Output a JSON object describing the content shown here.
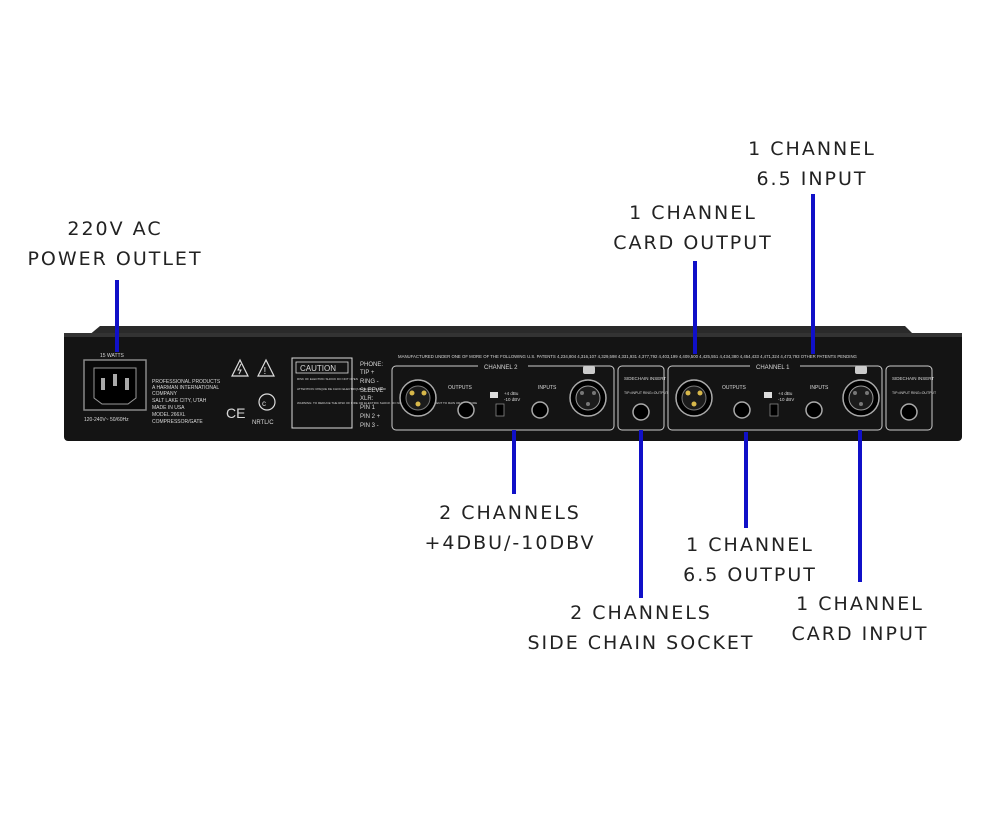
{
  "callouts": {
    "power": {
      "line1": "220V AC",
      "line2": "POWER OUTLET"
    },
    "card_output": {
      "line1": "1 CHANNEL",
      "line2": "CARD OUTPUT"
    },
    "input_65": {
      "line1": "1 CHANNEL",
      "line2": "6.5 INPUT"
    },
    "level_switch": {
      "line1": "2 CHANNELS",
      "line2": "+4DBU/-10DBV"
    },
    "sidechain": {
      "line1": "2 CHANNELS",
      "line2": "SIDE CHAIN SOCKET"
    },
    "output_65": {
      "line1": "1 CHANNEL",
      "line2": "6.5 OUTPUT"
    },
    "card_input": {
      "line1": "1 CHANNEL",
      "line2": "CARD INPUT"
    }
  },
  "panel": {
    "watts": "15 WATTS",
    "voltage": "120-240V~ 50/60Hz",
    "maker_lines": [
      "PROFESSIONAL PRODUCTS",
      "A HARMAN INTERNATIONAL",
      "COMPANY",
      "SALT LAKE CITY, UTAH",
      "MADE IN USA",
      "MODEL 266XL",
      "COMPRESSOR/GATE"
    ],
    "ce": "CE",
    "nrtl": "NRTL/C",
    "caution_title": "CAUTION",
    "caution_sub": "RISK OF ELECTRIC SHOCK DO NOT OPEN",
    "attention": "ATTENTION: RISQUE DE CHOC ELECTRIQUE NE PAS OUVRIR",
    "warning": "WARNING: TO REDUCE THE RISK OF FIRE OR ELECTRIC SHOCK DO NOT EXPOSE THIS EQUIPMENT TO RAIN OR MOISTURE",
    "pinout": [
      "PHONE:",
      "TIP +",
      "RING -",
      "SLEEVE",
      "XLR:",
      "PIN 1",
      "PIN 2 +",
      "PIN 3 -"
    ],
    "patents": "MANUFACTURED UNDER ONE OF MORE OF THE FOLLOWING U.S. PATENTS 4,234,804 4,316,107 4,329,598 4,331,931 4,377,792 4,403,199 4,409,500 4,425,551 4,434,380 4,454,433 4,471,324 4,473,793 OTHER PATENTS PENDING",
    "channel2": "CHANNEL 2",
    "channel1": "CHANNEL 1",
    "outputs": "OUTPUTS",
    "inputs": "INPUTS",
    "level_a": "+4 dBu",
    "level_b": "-10 dBV",
    "sidechain_title": "SIDECHAIN INSERT",
    "sidechain_sub": "TIP=INPUT RING=OUTPUT"
  }
}
